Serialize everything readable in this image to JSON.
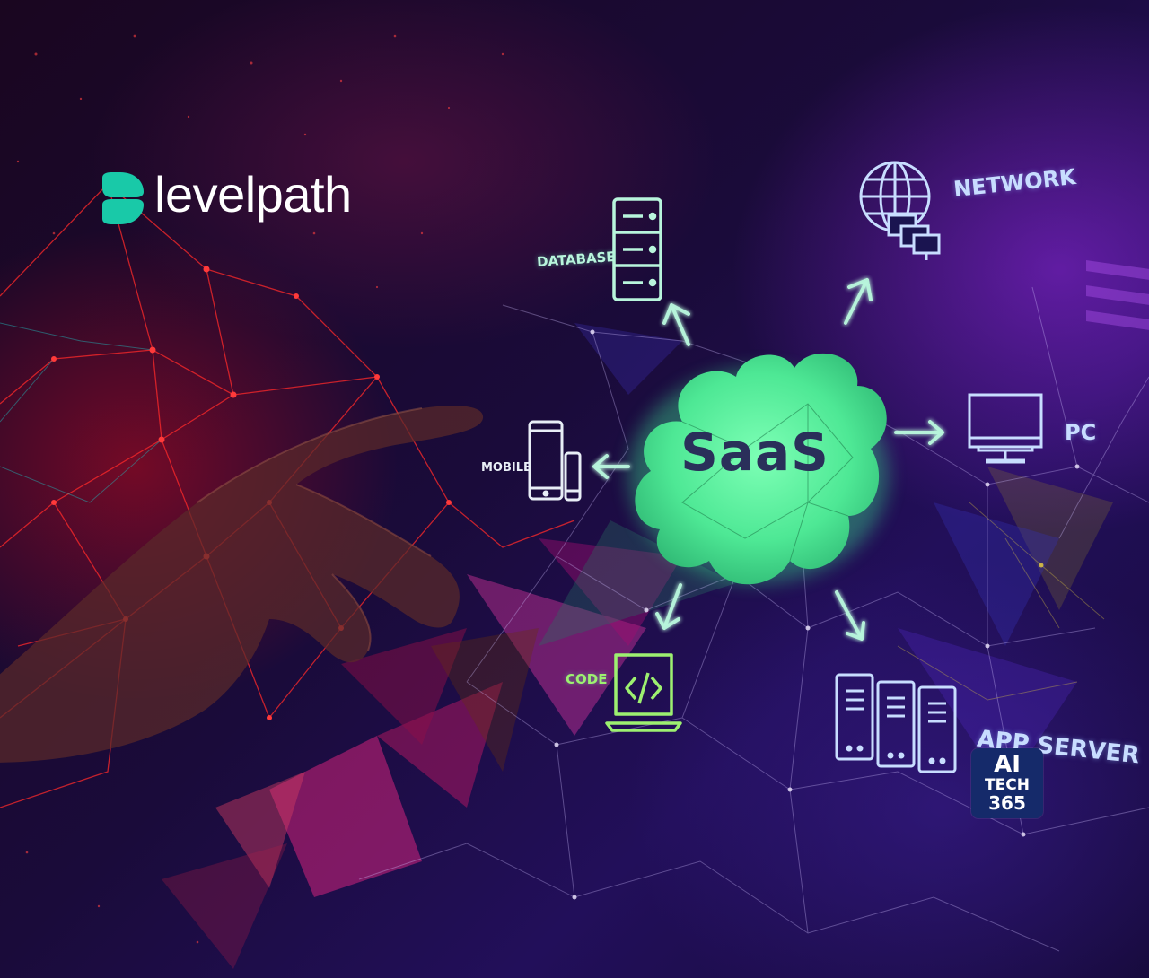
{
  "brand": {
    "name": "levelpath",
    "accent": "#19c9a8"
  },
  "hub": {
    "label": "SaaS",
    "color": "#5df29a"
  },
  "nodes": {
    "database": "DATABASE",
    "network": "NETWORK",
    "mobile": "MOBILE",
    "pc": "PC",
    "code": "CODE",
    "app_server": "APP SERVER"
  },
  "icons": [
    "server-rack-icon",
    "globe-network-icon",
    "mobile-devices-icon",
    "desktop-pc-icon",
    "code-laptop-icon",
    "app-servers-icon"
  ],
  "badge": {
    "line1": "AI",
    "line2": "TECH",
    "line3": "365",
    "color": "#152a6a"
  },
  "colors": {
    "icon_line": "#b8f5dc",
    "icon_blue": "#c8ddff",
    "network_red": "#ff3030",
    "network_magenta": "#ff2fa8"
  }
}
